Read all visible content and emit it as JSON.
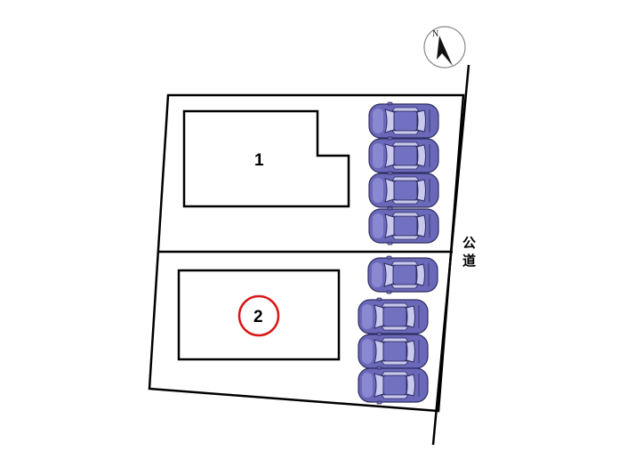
{
  "compass": {
    "label": "N"
  },
  "lots": [
    {
      "number": "1",
      "highlighted": false,
      "parking_spaces": 4
    },
    {
      "number": "2",
      "highlighted": true,
      "parking_spaces": 4
    }
  ],
  "road": {
    "label": "公道"
  },
  "colors": {
    "line": "#000000",
    "car_body": "#6a68b8",
    "car_light": "#c9c8ef",
    "car_dark": "#3a3a78",
    "highlight_circle": "#d81818"
  }
}
